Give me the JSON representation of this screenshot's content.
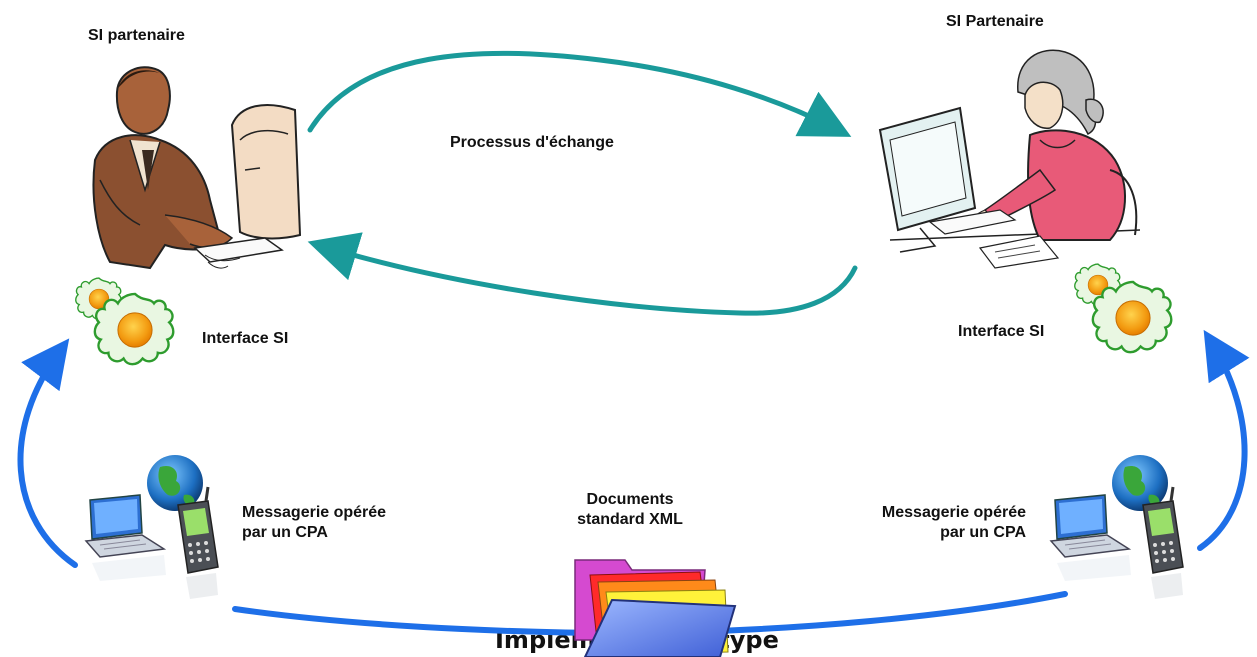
{
  "partners": {
    "left_title": "SI partenaire",
    "right_title": "SI Partenaire"
  },
  "exchange": {
    "label": "Processus d'échange"
  },
  "interfaces": {
    "left_label": "Interface SI",
    "right_label": "Interface SI"
  },
  "messaging": {
    "left_line1": "Messagerie opérée",
    "left_line2": "par un CPA",
    "right_line1": "Messagerie opérée",
    "right_line2": "par un CPA"
  },
  "documents": {
    "line1": "Documents",
    "line2": "standard XML"
  },
  "footer": {
    "title": "Implementation type"
  },
  "colors": {
    "exchange_arrow": "#1a9a9a",
    "transport_arrow": "#1e6fe8",
    "text": "#111111"
  },
  "icons": {
    "left_person": "man-at-computer-icon",
    "right_person": "woman-at-computer-icon",
    "interface": "gear-flower-icon",
    "messaging": "laptop-globe-phone-icon",
    "documents": "folder-documents-icon"
  }
}
